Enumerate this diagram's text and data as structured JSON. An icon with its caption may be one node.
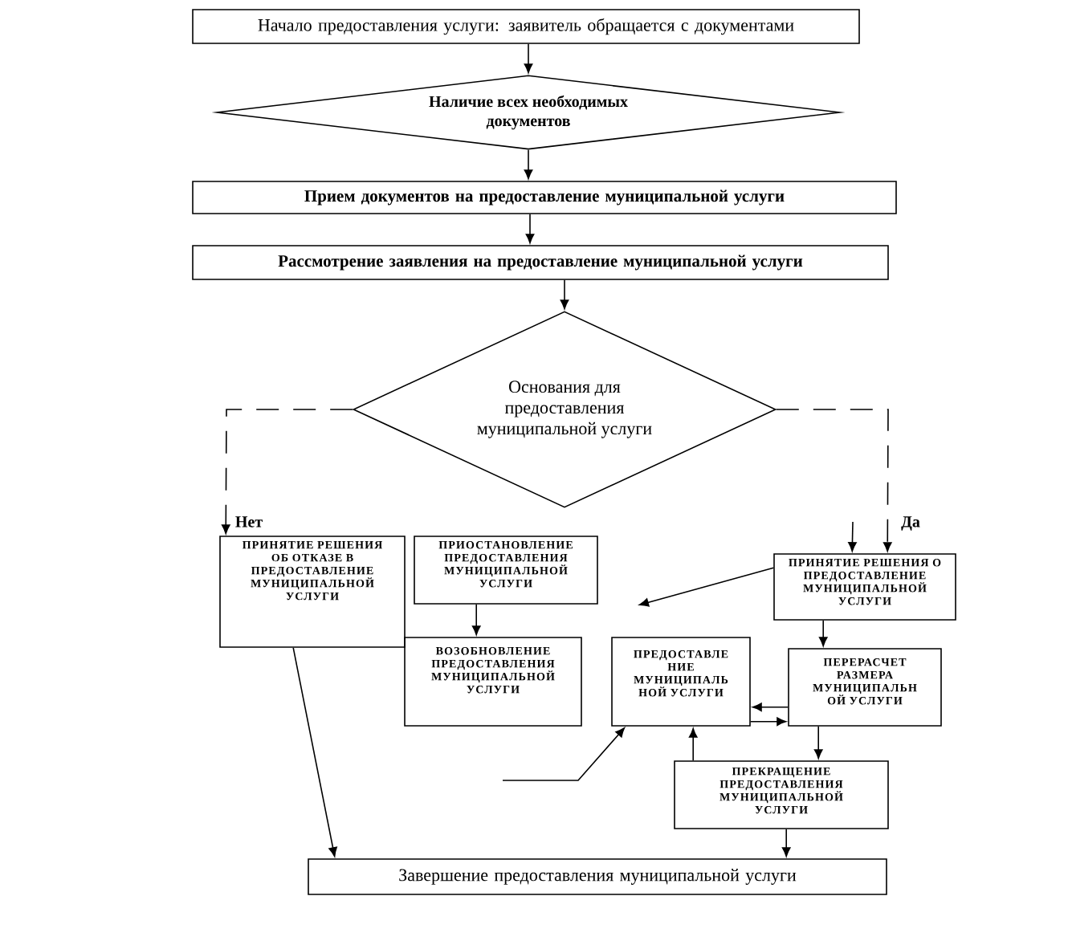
{
  "diagram": {
    "nodes": [
      {
        "text": [
          "Начало предоставления услуги: заявитель обращается с документами"
        ]
      },
      {
        "text": [
          "Наличие всех необходимых документов"
        ]
      },
      {
        "text": [
          "Прием документов на предоставление муниципальной услуги"
        ]
      },
      {
        "text": [
          "Рассмотрение заявления на предоставление муниципальной услуги"
        ]
      },
      {
        "text": [
          "Основания для предоставления муниципальной услуги"
        ]
      },
      {
        "text": [
          "ПРИНЯТИЕ РЕШЕНИЯ ОБ ОТКАЗЕ В ПРЕДОСТАВЛЕНИЕ МУНИЦИПАЛЬНОЙ УСЛУГИ"
        ]
      },
      {
        "text": [
          "ПРИОСТАНОВЛЕНИЕ ПРЕДОСТАВЛЕНИЯ МУНИЦИПАЛЬНОЙ УСЛУГИ"
        ]
      },
      {
        "text": [
          "ВОЗОБНОВЛЕНИЕ ПРЕДОСТАВЛЕНИЯ МУНИЦИПАЛЬНОЙ УСЛУГИ"
        ]
      },
      {
        "text": [
          "ПРИНЯТИЕ РЕШЕНИЯ О ПРЕДОСТАВЛЕНИЕ МУНИЦИПАЛЬНОЙ УСЛУГИ"
        ]
      },
      {
        "text": [
          "ПРЕДОСТАВЛЕ НИЕ МУНИЦИПАЛЬ НОЙ УСЛУГИ"
        ]
      },
      {
        "text": [
          "ПЕРЕРАСЧЕТ РАЗМЕРА МУНИЦИПАЛЬН ОЙ УСЛУГИ"
        ]
      },
      {
        "text": [
          "ПРЕКРАЩЕНИЕ ПРЕДОСТАВЛЕНИЯ МУНИЦИПАЛЬНОЙ УСЛУГИ"
        ]
      },
      {
        "text": [
          "Завершение предоставления муниципальной услуги"
        ]
      }
    ],
    "edges": [
      {
        "from": 0,
        "to": 1,
        "arrow": "to"
      },
      {
        "from": 1,
        "to": 2,
        "arrow": "to"
      },
      {
        "from": 2,
        "to": 3,
        "arrow": "to"
      },
      {
        "from": 3,
        "to": 4,
        "arrow": "to"
      },
      {
        "from": 4,
        "to": 5,
        "arrow": "to",
        "label": "Нет",
        "style": "dashed"
      },
      {
        "from": 4,
        "to": 8,
        "arrow": "to",
        "label": "Да",
        "style": "dashed"
      },
      {
        "from": null,
        "to": 8,
        "arrow": "to"
      },
      {
        "from": 6,
        "to": 7,
        "arrow": "to"
      },
      {
        "from": 8,
        "to": null,
        "arrow": "to"
      },
      {
        "from": 8,
        "to": 10,
        "arrow": "to"
      },
      {
        "from": 10,
        "to": 9,
        "arrow": "to"
      },
      {
        "from": 9,
        "to": 10,
        "arrow": "to"
      },
      {
        "from": 10,
        "to": 11,
        "arrow": "to"
      },
      {
        "from": 11,
        "to": 9,
        "arrow": "to"
      },
      {
        "from": null,
        "to": 9,
        "arrow": "to"
      },
      {
        "from": 5,
        "to": 12,
        "arrow": "to"
      },
      {
        "from": 11,
        "to": 12,
        "arrow": "to"
      }
    ]
  }
}
